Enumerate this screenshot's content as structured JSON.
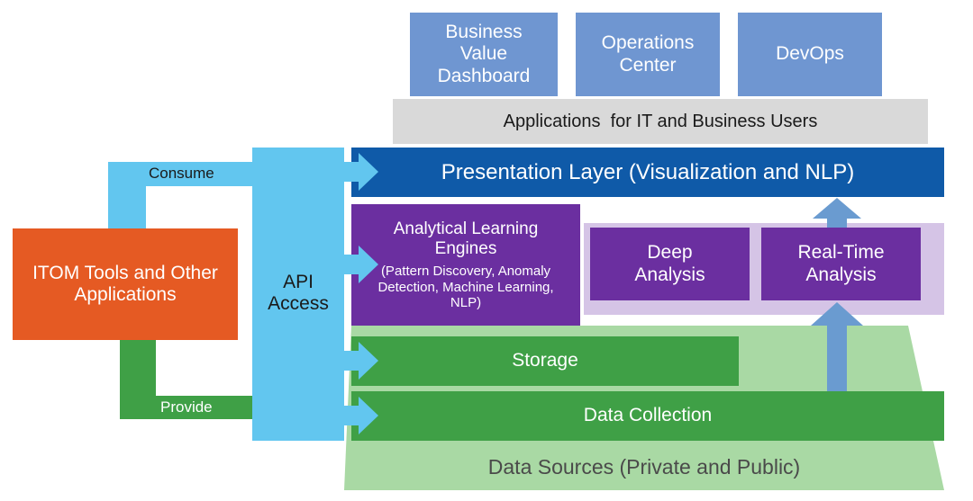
{
  "top_apps": [
    {
      "name": "business-value-dashboard",
      "label": "Business Value Dashboard"
    },
    {
      "name": "operations-center",
      "label": "Operations Center"
    },
    {
      "name": "devops",
      "label": "DevOps"
    }
  ],
  "applications_bar": "Applications  for IT and Business Users",
  "presentation_layer": "Presentation Layer (Visualization and NLP)",
  "analytical_engines": {
    "title": "Analytical Learning Engines",
    "detail": "(Pattern Discovery, Anomaly Detection, Machine Learning, NLP)"
  },
  "deep_analysis": "Deep Analysis",
  "realtime_analysis": "Real-Time Analysis",
  "storage": "Storage",
  "data_collection": "Data Collection",
  "data_sources": "Data Sources (Private and Public)",
  "itom_tools": "ITOM Tools and Other Applications",
  "api_access": "API Access",
  "consume_label": "Consume",
  "provide_label": "Provide",
  "colors": {
    "top_app": "#6f96d1",
    "applications_bar": "#d9d9d9",
    "presentation": "#0f5aa8",
    "purple": "#6b2fa0",
    "lavender": "#d5c4e6",
    "green": "#3fa046",
    "light_green": "#a9d9a4",
    "api": "#62c6ef",
    "itom": "#e55a23",
    "up_arrow": "#6a9bd0"
  }
}
